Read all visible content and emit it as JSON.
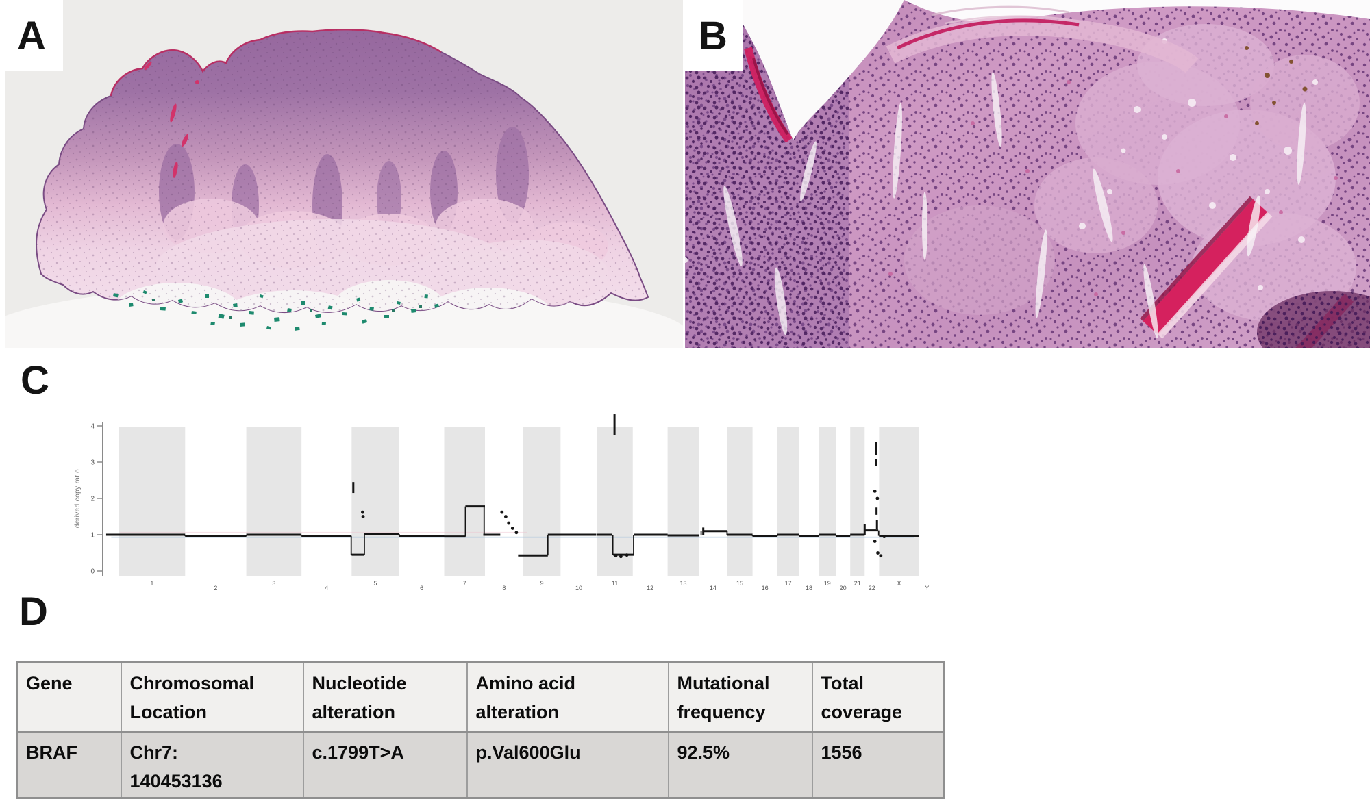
{
  "panels": {
    "a": {
      "label": "A",
      "description": "low-power H&E histology of polypoid skin lesion with green pigment at base"
    },
    "b": {
      "label": "B",
      "description": "higher-power H&E histology of melanocytic nests beneath epidermis"
    },
    "c": {
      "label": "C"
    },
    "d": {
      "label": "D"
    }
  },
  "chart_data": {
    "type": "line",
    "title": "",
    "xlabel": "",
    "ylabel": "derived copy ratio",
    "ylim": [
      0,
      4
    ],
    "yticks": [
      0,
      1,
      2,
      3,
      4
    ],
    "grid": false,
    "legend": "none",
    "band_color": "#e6e6e6",
    "line_color": "#151515",
    "chromosomes": [
      {
        "label": "1",
        "f0": 0.019,
        "f1": 0.097
      },
      {
        "label": "2",
        "f0": 0.097,
        "f1": 0.169
      },
      {
        "label": "3",
        "f0": 0.169,
        "f1": 0.234
      },
      {
        "label": "4",
        "f0": 0.234,
        "f1": 0.293
      },
      {
        "label": "5",
        "f0": 0.293,
        "f1": 0.349
      },
      {
        "label": "6",
        "f0": 0.349,
        "f1": 0.402
      },
      {
        "label": "7",
        "f0": 0.402,
        "f1": 0.45
      },
      {
        "label": "8",
        "f0": 0.45,
        "f1": 0.495
      },
      {
        "label": "9",
        "f0": 0.495,
        "f1": 0.539
      },
      {
        "label": "10",
        "f0": 0.539,
        "f1": 0.582
      },
      {
        "label": "11",
        "f0": 0.582,
        "f1": 0.624
      },
      {
        "label": "12",
        "f0": 0.624,
        "f1": 0.665
      },
      {
        "label": "13",
        "f0": 0.665,
        "f1": 0.702
      },
      {
        "label": "14",
        "f0": 0.702,
        "f1": 0.735
      },
      {
        "label": "15",
        "f0": 0.735,
        "f1": 0.765
      },
      {
        "label": "16",
        "f0": 0.765,
        "f1": 0.794
      },
      {
        "label": "17",
        "f0": 0.794,
        "f1": 0.82
      },
      {
        "label": "18",
        "f0": 0.82,
        "f1": 0.843
      },
      {
        "label": "19",
        "f0": 0.843,
        "f1": 0.863
      },
      {
        "label": "20",
        "f0": 0.863,
        "f1": 0.88
      },
      {
        "label": "21",
        "f0": 0.88,
        "f1": 0.897
      },
      {
        "label": "22",
        "f0": 0.897,
        "f1": 0.914
      },
      {
        "label": "X",
        "f0": 0.914,
        "f1": 0.961
      },
      {
        "label": "Y",
        "f0": 0.961,
        "f1": 0.98
      }
    ],
    "segments": [
      {
        "f0": 0.004,
        "f1": 0.097,
        "y": 1.0
      },
      {
        "f0": 0.097,
        "f1": 0.169,
        "y": 0.96
      },
      {
        "f0": 0.169,
        "f1": 0.234,
        "y": 1.0
      },
      {
        "f0": 0.234,
        "f1": 0.292,
        "y": 0.97
      },
      {
        "f0": 0.293,
        "f1": 0.308,
        "y": 0.45
      },
      {
        "f0": 0.308,
        "f1": 0.349,
        "y": 1.02
      },
      {
        "f0": 0.349,
        "f1": 0.402,
        "y": 0.97
      },
      {
        "f0": 0.402,
        "f1": 0.427,
        "y": 0.95
      },
      {
        "f0": 0.427,
        "f1": 0.45,
        "y": 1.78
      },
      {
        "f0": 0.448,
        "f1": 0.468,
        "y": 1.0
      },
      {
        "f0": 0.489,
        "f1": 0.524,
        "y": 0.43
      },
      {
        "f0": 0.524,
        "f1": 0.581,
        "y": 1.0
      },
      {
        "f0": 0.582,
        "f1": 0.6,
        "y": 1.0
      },
      {
        "f0": 0.601,
        "f1": 0.625,
        "y": 0.45
      },
      {
        "f0": 0.625,
        "f1": 0.665,
        "y": 1.0
      },
      {
        "f0": 0.665,
        "f1": 0.702,
        "y": 0.98
      },
      {
        "f0": 0.707,
        "f1": 0.735,
        "y": 1.1
      },
      {
        "f0": 0.735,
        "f1": 0.765,
        "y": 1.0
      },
      {
        "f0": 0.765,
        "f1": 0.794,
        "y": 0.96
      },
      {
        "f0": 0.794,
        "f1": 0.82,
        "y": 1.0
      },
      {
        "f0": 0.82,
        "f1": 0.843,
        "y": 0.97
      },
      {
        "f0": 0.843,
        "f1": 0.863,
        "y": 1.0
      },
      {
        "f0": 0.863,
        "f1": 0.88,
        "y": 0.97
      },
      {
        "f0": 0.88,
        "f1": 0.897,
        "y": 1.0
      },
      {
        "f0": 0.897,
        "f1": 0.913,
        "y": 1.12
      },
      {
        "f0": 0.914,
        "f1": 0.961,
        "y": 0.97
      }
    ],
    "spikes": [
      {
        "f": 0.295,
        "y0": 2.15,
        "y1": 2.45
      },
      {
        "f": 0.6025,
        "y0": 3.75,
        "y1": 4.32
      },
      {
        "f": 0.707,
        "y0": 1.0,
        "y1": 1.2
      },
      {
        "f": 0.897,
        "y0": 1.0,
        "y1": 1.3
      },
      {
        "f": 0.9105,
        "y0": 3.2,
        "y1": 3.55
      },
      {
        "f": 0.9105,
        "y0": 2.9,
        "y1": 3.08
      },
      {
        "f": 0.911,
        "y0": 1.55,
        "y1": 1.75
      },
      {
        "f": 0.9115,
        "y0": 1.15,
        "y1": 1.4
      }
    ],
    "points": [
      {
        "f": 0.306,
        "y": 1.62
      },
      {
        "f": 0.3065,
        "y": 1.5
      },
      {
        "f": 0.47,
        "y": 1.62
      },
      {
        "f": 0.4745,
        "y": 1.5
      },
      {
        "f": 0.478,
        "y": 1.32
      },
      {
        "f": 0.4825,
        "y": 1.18
      },
      {
        "f": 0.487,
        "y": 1.06
      },
      {
        "f": 0.604,
        "y": 0.42
      },
      {
        "f": 0.61,
        "y": 0.4
      },
      {
        "f": 0.617,
        "y": 0.44
      },
      {
        "f": 0.909,
        "y": 2.2
      },
      {
        "f": 0.912,
        "y": 2.0
      },
      {
        "f": 0.909,
        "y": 0.82
      },
      {
        "f": 0.9125,
        "y": 0.5
      },
      {
        "f": 0.916,
        "y": 0.42
      },
      {
        "f": 0.92,
        "y": 0.95
      }
    ]
  },
  "table": {
    "columns": [
      {
        "h1": "Gene",
        "h2": "",
        "v1": "BRAF",
        "v2": ""
      },
      {
        "h1": "Chromosomal",
        "h2": "Location",
        "v1": "Chr7:",
        "v2": "140453136"
      },
      {
        "h1": "Nucleotide",
        "h2": "alteration",
        "v1": "c.1799T>A",
        "v2": ""
      },
      {
        "h1": "Amino acid",
        "h2": "alteration",
        "v1": "p.Val600Glu",
        "v2": ""
      },
      {
        "h1": "Mutational",
        "h2": "frequency",
        "v1": "92.5%",
        "v2": ""
      },
      {
        "h1": "Total",
        "h2": "coverage",
        "v1": "1556",
        "v2": ""
      }
    ]
  }
}
